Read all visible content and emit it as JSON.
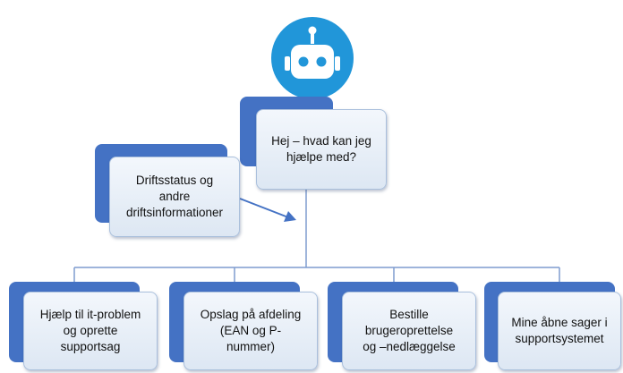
{
  "colors": {
    "box_accent": "#4472c4",
    "card_fill": "#e8eff8",
    "connector": "#7f9ccf",
    "avatar_circle": "#2196d9"
  },
  "avatar": {
    "icon": "chatbot-icon"
  },
  "root": {
    "label": "Hej – hvad kan jeg\nhjælpe med?"
  },
  "side": {
    "label": "Driftsstatus og\nandre\ndriftsinformationer"
  },
  "children": [
    {
      "label": "Hjælp til it-problem\nog oprette\nsupportsag"
    },
    {
      "label": "Opslag på afdeling\n(EAN og P-\nnummer)"
    },
    {
      "label": "Bestille\nbrugeroprettelse\nog –nedlæggelse"
    },
    {
      "label": "Mine åbne sager i\nsupportsystemet"
    }
  ]
}
